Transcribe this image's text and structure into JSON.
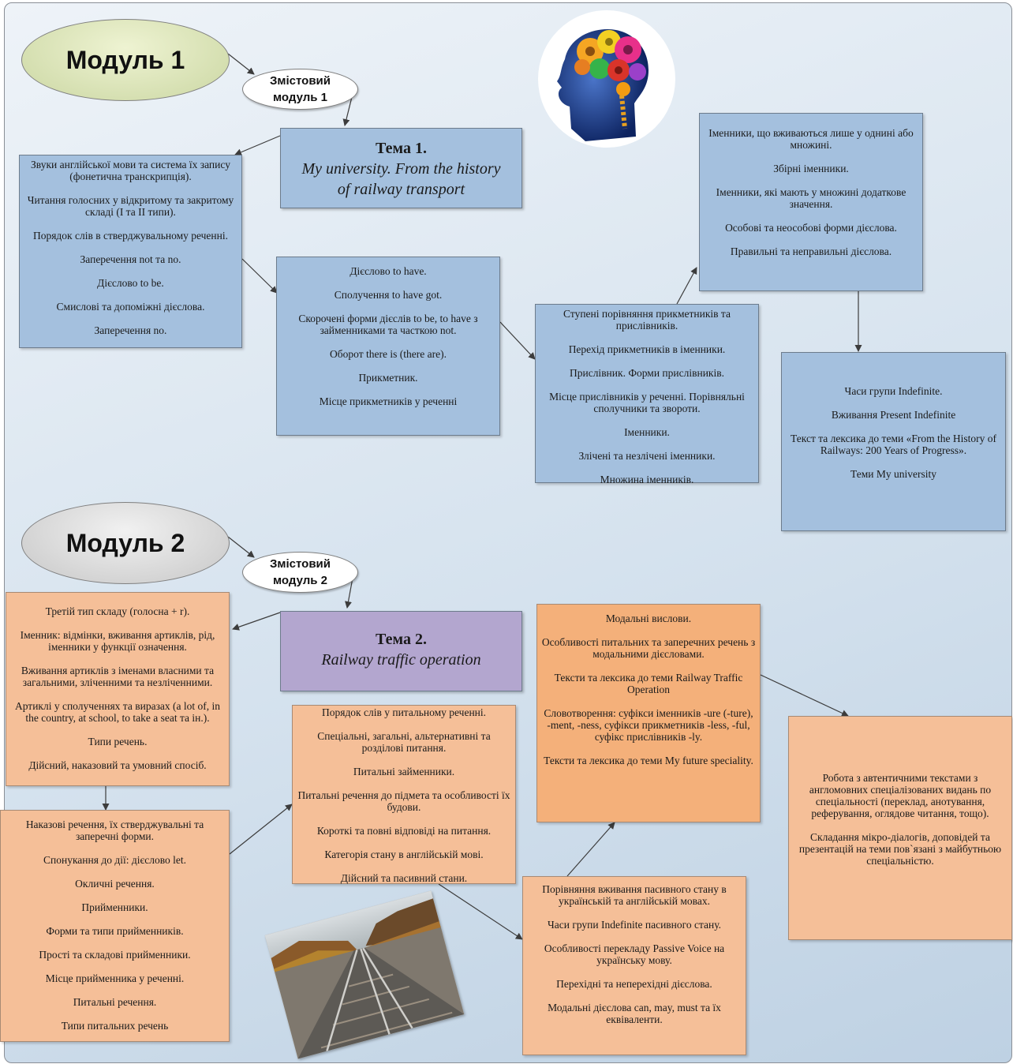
{
  "module1": {
    "title": "Модуль 1",
    "content_module": [
      "Змістовий",
      "модуль 1"
    ],
    "theme": {
      "title": "Тема 1.",
      "subtitle": [
        "My university. From the history",
        "of railway transport"
      ]
    },
    "box_phonetics": [
      "Звуки англійської мови та система їх запису (фонетична транскрипція).",
      "Читання голосних у відкритому та закритому складі (І та ІІ типи).",
      "Порядок слів в стверджувальному реченні.",
      "Заперечення not та no.",
      "Дієслово to be.",
      "Смислові та допоміжні дієслова.",
      "Заперечення no."
    ],
    "box_have": [
      "Дієслово to have.",
      "Сполучення to have got.",
      "Скорочені форми дієслів to be, to have з займенниками та часткою not.",
      "Оборот there is (there are).",
      "Прикметник.",
      "Місце прикметників у реченні"
    ],
    "box_adjectives": [
      "Ступені порівняння прикметників та прислівників.",
      "Перехід прикметників в іменники.",
      "Прислівник. Форми прислівників.",
      "Місце прислівників у реченні. Порівняльні сполучники та звороти.",
      "Іменники.",
      "Злічені та незлічені іменники.",
      "Множина іменників."
    ],
    "box_nouns": [
      "Іменники, що вживаються лише у однині або множині.",
      "Збірні іменники.",
      "Іменники, які мають у множині додаткове значення.",
      "Особові та неособові форми дієслова.",
      "Правильні та неправильні дієслова."
    ],
    "box_tenses": [
      "Часи групи Indefinite.",
      "Вживання Present Indefinite",
      "Текст та лексика до теми «From the History of Railways: 200 Years of Progress».",
      "Теми My university"
    ]
  },
  "module2": {
    "title": "Модуль 2",
    "content_module": [
      "Змістовий",
      "модуль 2"
    ],
    "theme": {
      "title": "Тема 2.",
      "subtitle": [
        "Railway traffic operation"
      ]
    },
    "box_articles": [
      "Третій тип складу (голосна + r).",
      "Іменник: відмінки, вживання артиклів, рід, іменники у функції означення.",
      "Вживання артиклів з іменами власними та загальними, зліченними та незліченними.",
      "Артиклі у сполученнях та виразах (a lot of, in the country, at school, to take a seat та ін.).",
      "Типи речень.",
      "Дійсний, наказовий та умовний спосіб."
    ],
    "box_imperative": [
      "Наказові речення, їх стверджувальні та заперечні форми.",
      "Спонукання до дії: дієслово let.",
      "Окличні речення.",
      "Прийменники.",
      "Форми та типи прийменників.",
      "Прості та складові прийменники.",
      "Місце прийменника у реченні.",
      "Питальні речення.",
      "Типи питальних речень"
    ],
    "box_questions": [
      "Порядок слів у питальному реченні.",
      "Спеціальні, загальні, альтернативні та розділові питання.",
      "Питальні займенники.",
      "Питальні речення до підмета та особливості їх будови.",
      "Короткі та повні відповіді на питання.",
      "Категорія стану в англійській мові.",
      "Дійсний та пасивний стани."
    ],
    "box_modal": [
      "Модальні вислови.",
      "Особливості питальних та заперечних речень з модальними дієсловами.",
      "Тексти та лексика до теми Railway Traffic Operation",
      "Словотворення: суфікси іменників -ure (-ture), -ment, -ness, суфікси прикметників -less, -ful, суфікс прислівників -ly.",
      "Тексти та лексика до теми My future speciality."
    ],
    "box_passive": [
      "Порівняння вживання пасивного стану в українській та англійській мовах.",
      "Часи групи Indefinite пасивного стану.",
      "Особливості перекладу Passive Voice на українську мову.",
      "Перехідні та неперехідні дієслова.",
      "Модальні дієслова can, may, must та їх еквіваленти."
    ],
    "box_authentic": [
      "Робота з автентичними текстами з англомовних спеціалізованих видань по спеціальності (переклад, анотування, реферування, оглядове читання, тощо).",
      "Складання мікро-діалогів, доповідей та презентацій на теми пов`язані з майбутньою спеціальністю."
    ]
  },
  "colors": {
    "blue_box": "#a4c0de",
    "orange_box": "#f5bf98",
    "theme1": "#a4c0de",
    "theme2": "#b3a6cf",
    "module1_oval": "#cbd7a3",
    "module2_oval": "#c7c7c7"
  },
  "images": [
    "brain-gears-illustration",
    "railway-tracks-photo"
  ]
}
